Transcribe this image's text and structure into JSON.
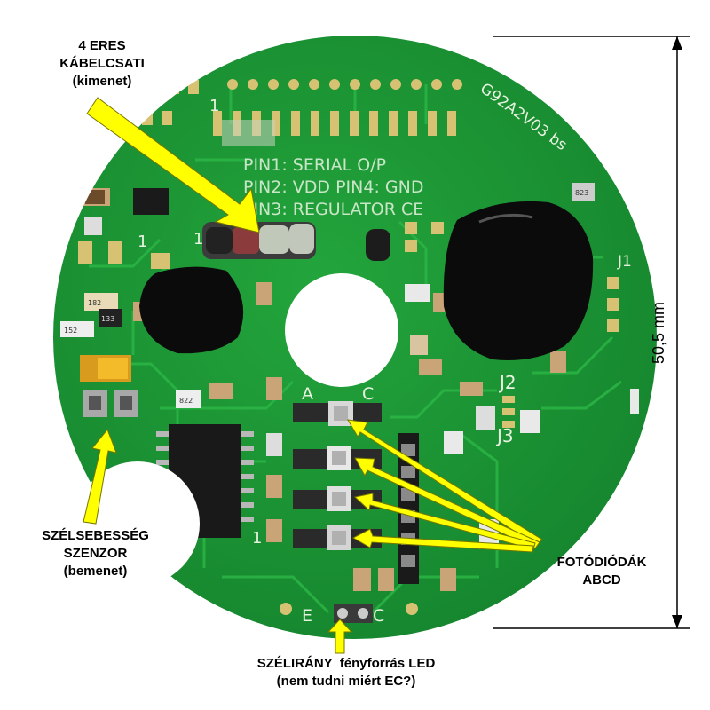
{
  "labels": {
    "cable": [
      "4 ERES",
      "KÁBELCSATI",
      "(kimenet)"
    ],
    "wind_speed": [
      "SZÉLSEBESSÉG",
      "SZENZOR",
      "(bemenet)"
    ],
    "photodiodes": [
      "FOTÓDIÓDÁK",
      "ABCD"
    ],
    "direction_led": [
      "SZÉLIRÁNY  fényforrás LED",
      "(nem tudni miért EC?)"
    ],
    "dimension": "50,5 mm"
  },
  "board_silkscreen": {
    "part_code": "G92A2V03 bs",
    "pin_lines": [
      "PIN1: SERIAL O/P",
      "PIN2: VDD  PIN4: GND",
      "PIN3: REGULATOR CE"
    ],
    "jumpers": [
      "J1",
      "J2",
      "J3"
    ],
    "photodiode_pins": [
      "A",
      "C"
    ],
    "led_pins": [
      "E",
      "C"
    ],
    "pin_one_marks": [
      "1",
      "1",
      "1",
      "1"
    ],
    "component_codes": [
      "823",
      "152",
      "182",
      "822",
      "133"
    ]
  },
  "colors": {
    "pcb": "#1e9a36",
    "pcb_dark": "#117a28",
    "trace": "#28ad40",
    "pad": "#d6c272",
    "blob": "#0b0b0b",
    "arrow": "#ffff00",
    "silk": "#e8f2e0"
  }
}
